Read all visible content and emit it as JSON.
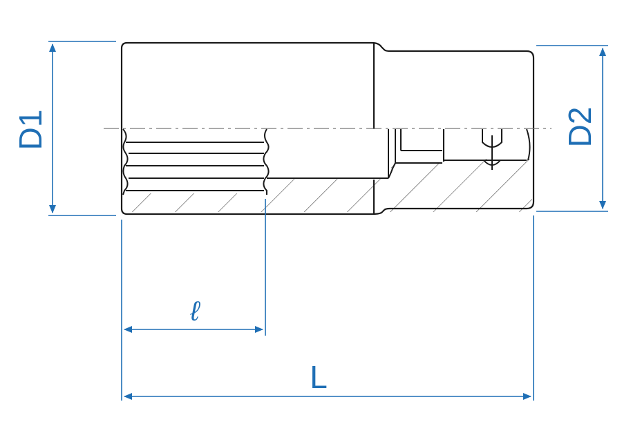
{
  "colors": {
    "outline": "#1a1a1a",
    "hatch": "#555555",
    "dimension": "#1f6fb5",
    "background": "#ffffff"
  },
  "labels": {
    "d1": "D1",
    "d2": "D2",
    "l_small": "ℓ",
    "l_total": "L"
  }
}
